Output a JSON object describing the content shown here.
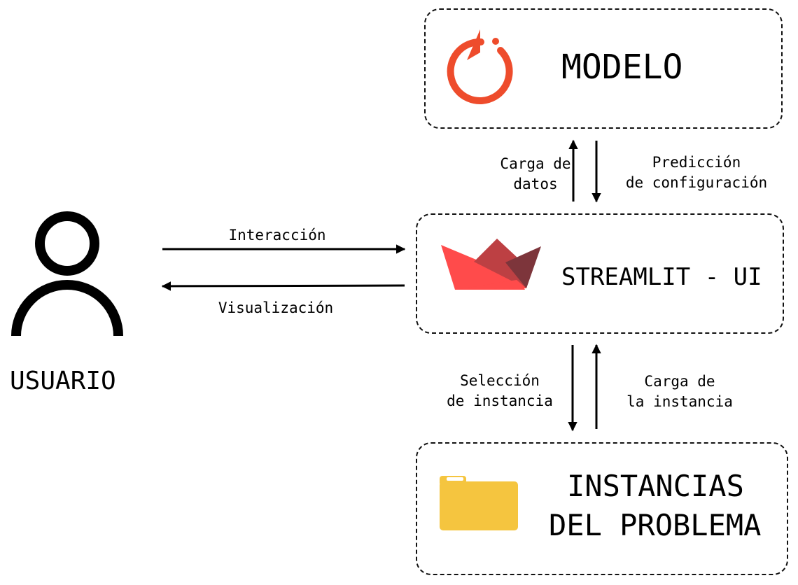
{
  "nodes": {
    "modelo": {
      "title": "MODELO",
      "icon": "pytorch-icon"
    },
    "streamlit": {
      "title": "STREAMLIT - UI",
      "icon": "streamlit-icon"
    },
    "instancias": {
      "title_line1": "INSTANCIAS",
      "title_line2": "DEL PROBLEMA",
      "icon": "folder-icon"
    },
    "usuario": {
      "label": "USUARIO",
      "icon": "user-icon"
    }
  },
  "edges": {
    "carga_datos": {
      "line1": "Carga de",
      "line2": "datos"
    },
    "prediccion": {
      "line1": "Predicción",
      "line2": "de configuración"
    },
    "interaccion": {
      "label": "Interacción"
    },
    "visualizacion": {
      "label": "Visualización"
    },
    "seleccion": {
      "line1": "Selección",
      "line2": "de instancia"
    },
    "carga_instancia": {
      "line1": "Carga de",
      "line2": "la instancia"
    }
  },
  "colors": {
    "pytorch": "#EE4C2C",
    "streamlit_left": "#FF4B4B",
    "streamlit_mid": "#BD4043",
    "streamlit_dark": "#7D353B",
    "folder": "#F5C53F",
    "line": "#000000"
  }
}
